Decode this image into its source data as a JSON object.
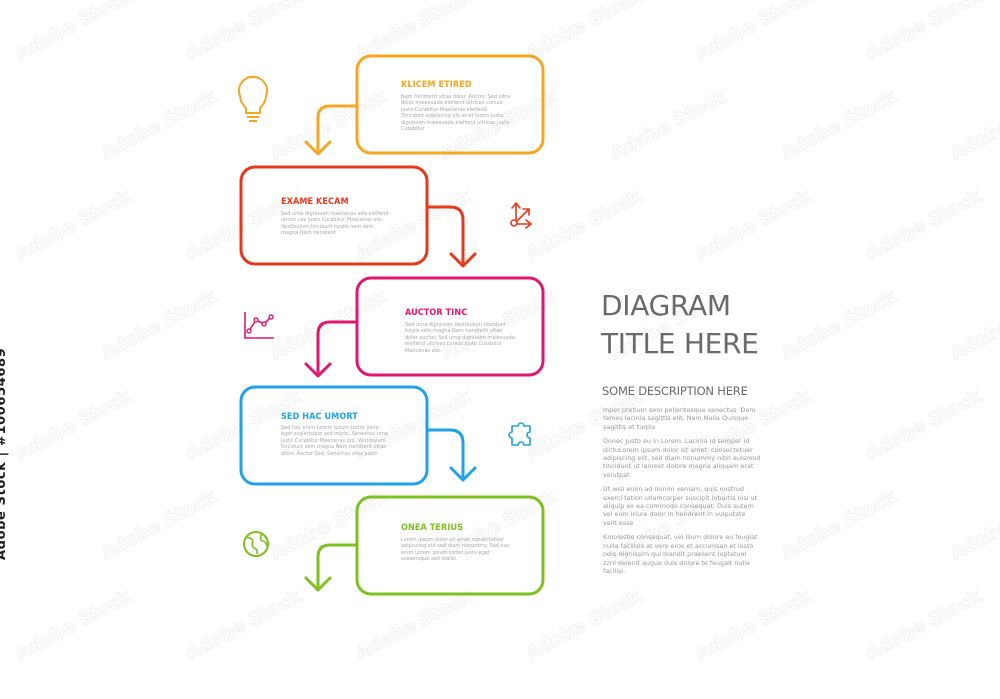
{
  "colors": {
    "yellow": "#f5a623",
    "red": "#e8381c",
    "magenta": "#e0176e",
    "blue": "#1fa2e8",
    "green": "#7dc01f",
    "text_gray": "#6a6a6a"
  },
  "steps": [
    {
      "title": "KLICEM ETIRED",
      "color": "yellow",
      "text": "Nam hendrerit vitae dolor. Auctor. Sed ultra dolor malesuada eleifend ultrices cursus justo Curabitur Maecenas eleifend. Tincidunt adipiscing elit et et lorem justo dignissim malesuada eleifend ultrices justo Curabitur",
      "icon": "lightbulb-icon"
    },
    {
      "title": "EXAME KECAM",
      "color": "red",
      "text": "Sed urna dignissim maecenas ada eleifend utrum ces justo Curabitur Maecenas oro. Vestibulum tincidunt turpis nam sem magna Nam hendrerit",
      "icon": "branching-arrows-icon"
    },
    {
      "title": "AUCTOR TINC",
      "color": "magenta",
      "text": "Sed urna dignissim Vestibulum tincidunt turpis sem magna Nam hendrerit vitae dolor auctor. Sed urna dignissim malesuada eleifend ultrices cursus justo Curabitur Maecenas oro.",
      "icon": "line-chart-icon"
    },
    {
      "title": "SED HAC UMORT",
      "color": "blue",
      "text": "Sed hac enim Lorem ipsum tortor justo eget scelerisque sed morbi. Senectus urna justo Curabitur Maecenas oro. Vestibulum tincidunt sem magna Nam hendrerit vitae dolor. Auctor Sed. Senectus urna justo",
      "icon": "puzzle-icon"
    },
    {
      "title": "ONEA TERIUS",
      "color": "green",
      "text": "Lorem ipsum dolor sit amet consectetuer adipiscing elit sed diam nonummy. Sed hac enim Lorem ipsum tortor justo eget scelerisque sed morbi.",
      "icon": "globe-icon"
    }
  ],
  "title": {
    "line1": "DIAGRAM",
    "line2": "TITLE HERE",
    "subtitle": "SOME DESCRIPTION HERE"
  },
  "description": [
    "mper pretium sem pellentesque senectus. Dem fames lacinia sagittis elit. Nam Nulla Quisque sagittis et turpis",
    "Donec justo eu In Lorem. Lacinia id semper id dictuLorem ipsum dolor sit amet, consectetuer adipiscing elit, sed diam nonummy nibh euismod tincidunt ut laoreet dolore magna aliquam erat volutpat.",
    "Ut wisi enim ad minim veniam, quis nostrud exerci tation ullamcorper suscipit lobortis nisl ut aliquip ex ea commodo consequat. Duis autem vel eum iriure dolor in hendrerit in vulputate velit esse",
    "Kmolestie consequat, vel illum dolore eu feugiat nulla facilisis at vero eros et accumsan et iusto odio dignissim qui blandit praesent luptatum zzril delenit augue duis dolore te feugait nulla facilisi."
  ],
  "watermark": {
    "stock_id": "Adobe Stock | #100654689",
    "tile_text": "Adobe Stock"
  }
}
